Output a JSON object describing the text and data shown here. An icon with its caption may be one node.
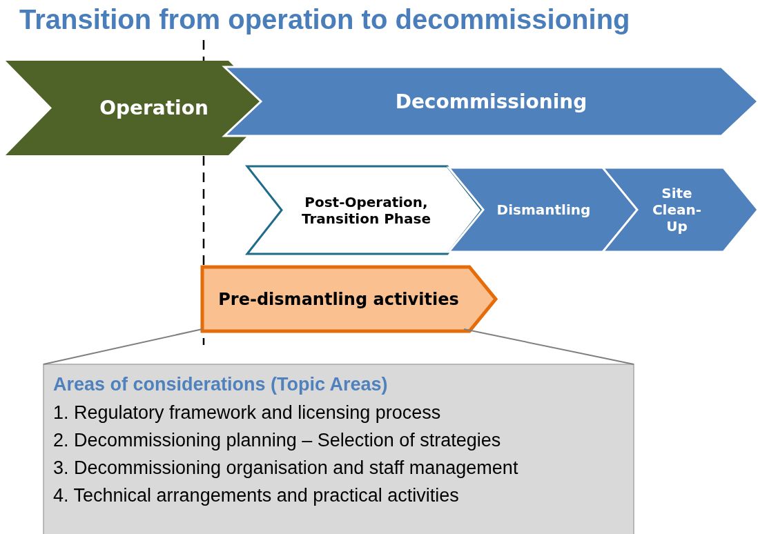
{
  "diagram": {
    "title": "Transition from operation to decommissioning",
    "nodes": [
      {
        "text": [
          "Operation"
        ]
      },
      {
        "text": [
          "Decommissioning"
        ]
      },
      {
        "text": [
          "Post-Operation, Transition Phase"
        ]
      },
      {
        "text": [
          "Dismantling"
        ]
      },
      {
        "text": [
          "Site Clean-Up"
        ]
      },
      {
        "text": [
          "Pre-dismantling activities"
        ]
      },
      {
        "text": [
          "Areas of considerations (Topic Areas)",
          "1. Regulatory framework and licensing process",
          "2. Decommissioning planning – Selection of strategies",
          "3. Decommissioning organisation and staff management",
          "4. Technical arrangements and practical activities"
        ]
      }
    ],
    "edges": [
      {
        "from": 5,
        "to": 6,
        "arrow": "none",
        "color": "#7f7f7f"
      },
      {
        "from": 5,
        "to": 6,
        "arrow": "none",
        "color": "#7f7f7f"
      }
    ]
  }
}
